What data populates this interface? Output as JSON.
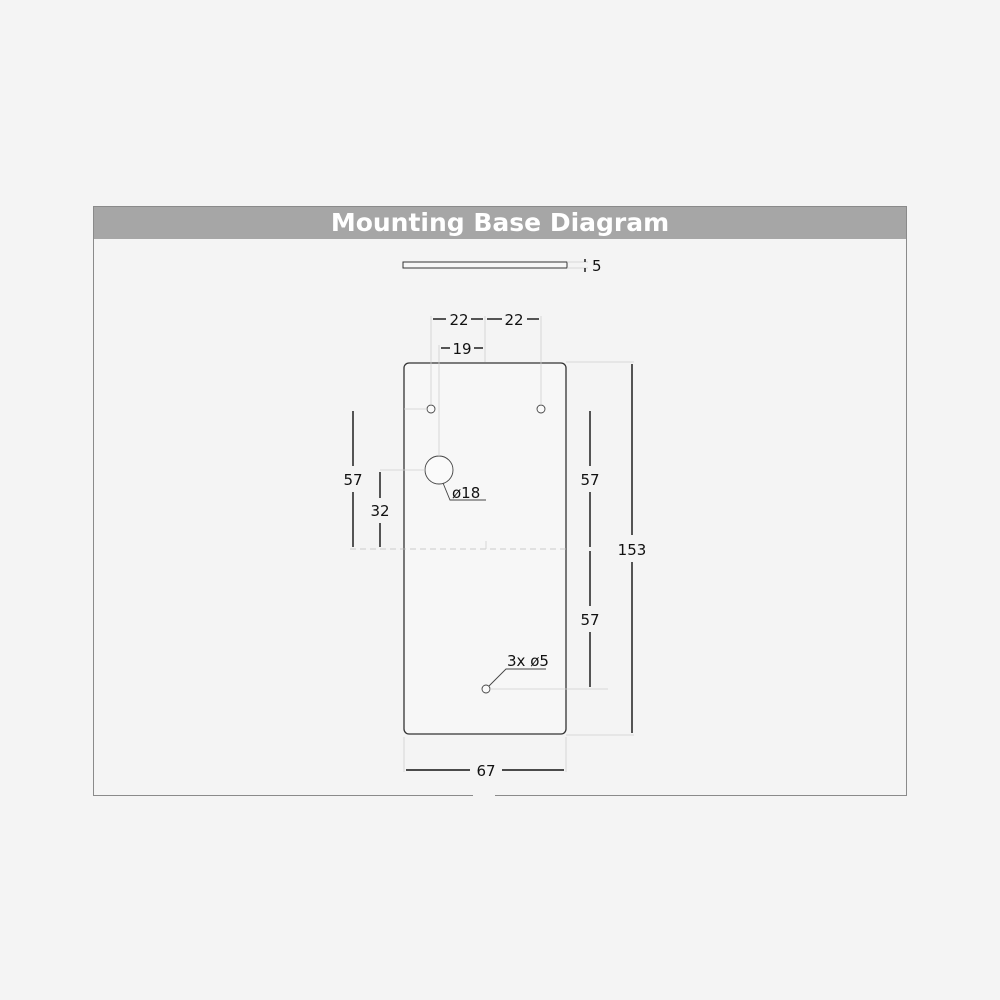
{
  "title": "Mounting Base Diagram",
  "dimensions": {
    "thickness": "5",
    "hole_spacing_left": "22",
    "hole_spacing_right": "22",
    "center_hole_offset": "19",
    "center_hole_diameter": "ø18",
    "left_height_57": "57",
    "left_height_32": "32",
    "right_upper_57": "57",
    "right_lower_57": "57",
    "total_height": "153",
    "small_holes": "3x ø5",
    "width": "67"
  }
}
